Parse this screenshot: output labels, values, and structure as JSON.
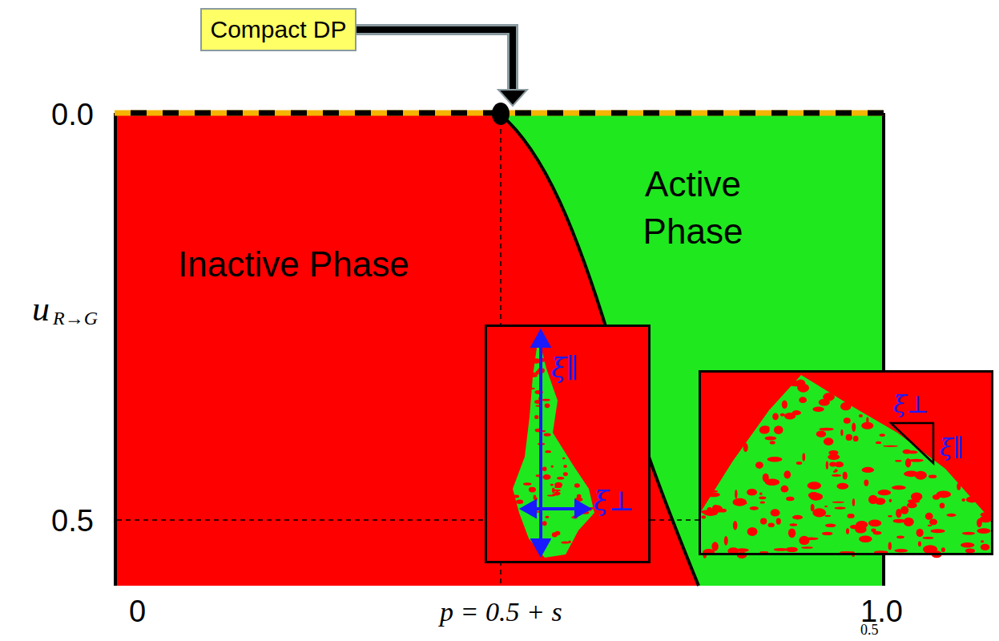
{
  "diagram": {
    "nodes": [
      {
        "text": [
          "Compact DP"
        ]
      },
      {
        "text": [
          "ξ∥",
          "ξ⊥"
        ]
      },
      {
        "text": [
          "ξ⊥",
          "ξ∥"
        ]
      }
    ],
    "labels": [
      "0.0",
      "Inactive Phase",
      "Active Phase",
      "u",
      "R→G",
      "0.5",
      "0",
      "p = 0.5 + s",
      "1.0",
      "0.5"
    ]
  }
}
